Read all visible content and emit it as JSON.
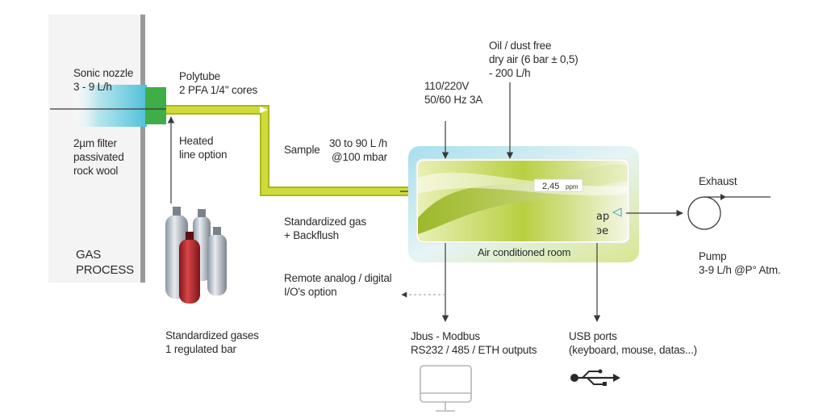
{
  "labels": {
    "sonic_nozzle": "Sonic nozzle\n3 - 9 L/h",
    "filter": "2µm filter\npassivated\nrock wool",
    "gas_process": "GAS\nPROCESS",
    "polytube": "Polytube\n2 PFA 1/4'' cores",
    "heated_line": "Heated\nline option",
    "sample": "Sample",
    "sample_flow": "30 to 90 L /h\n@100 mbar",
    "power": "110/220V\n50/60 Hz 3A",
    "air_supply": "Oil / dust free\ndry air (6 bar ± 0,5)\n- 200 L/h",
    "exhaust": "Exhaust",
    "pump": "Pump\n3-9 L/h @P° Atm.",
    "standardized_gas": "Standardized gas\n+ Backflush",
    "remote_io": "Remote analog / digital\nI/O's option",
    "standardized_gases": "Standardized gases\n1 regulated bar",
    "jbus": "Jbus - Modbus\nRS232 / 485 / ETH outputs",
    "usb": "USB ports\n(keyboard, mouse, datas...)",
    "room": "Air conditioned room",
    "reading_value": "2,45",
    "reading_unit": "ppm",
    "logo": "apoe"
  },
  "colors": {
    "tube": "#c9d630",
    "tube_edge": "#a9b71f",
    "nozzle_cyan": "#6fcde0",
    "connector_green": "#3fae49",
    "wall": "#9a9a9a",
    "arrow": "#3a3a3a",
    "room_cyan": "#9fdcea",
    "room_green": "#d7e48a",
    "cylinder_red": "#b3262a"
  },
  "icons": [
    "monitor-icon",
    "usb-icon",
    "pump-icon",
    "gas-cylinders-icon",
    "logo-icon"
  ]
}
